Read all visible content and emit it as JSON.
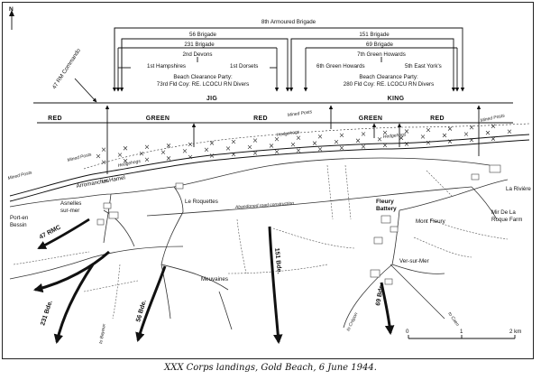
{
  "north": "N",
  "commando": "47 RM Commando",
  "command_lines": {
    "armoured": "8th Armoured Brigade",
    "b56": "56 Brigade",
    "b151": "151 Brigade",
    "b231": "231 Brigade",
    "b69": "69 Brigade",
    "devons": "2nd Devons",
    "hampshires": "1st Hampshires",
    "dorsets": "1st Dorsets",
    "green_howards_7": "7th Green Howards",
    "green_howards_6": "6th Green Howards",
    "east_yorks": "5th East York's",
    "bcp_label_left": "Beach Clearance Party:",
    "bcp_unit_left": "73rd Fld Coy: RE. LCOCU RN Divers",
    "bcp_label_right": "Beach Clearance Party:",
    "bcp_unit_right": "280 Fld Coy: RE. LCOCU RN Divers"
  },
  "sectors": {
    "jig": "JIG",
    "king": "KING"
  },
  "beaches": [
    "RED",
    "GREEN",
    "RED",
    "GREEN",
    "RED"
  ],
  "features": {
    "mined_posts_1": "Mined Posts",
    "mined_posts_2": "Mined Posts",
    "mined_posts_3": "Mined Posts",
    "mined_posts_4": "Mined Posts",
    "hedgehogs_1": "Hedgehogs",
    "hedgehogs_2": "Hedgehogs",
    "hedgehogs_3": "Hedgehogs",
    "abandoned_road": "Abandoned road construction"
  },
  "places": {
    "arromanches": "Arromanches",
    "le_hamel": "Le Hamel",
    "port_en_bessin_1": "Port-en",
    "port_en_bessin_2": "Bessin",
    "asnelles_1": "Asnelles",
    "asnelles_2": "sur-mer",
    "le_roquettes": "Le Roquettes",
    "meuvaines": "Meuvaines",
    "fleury_1": "Fleury",
    "fleury_2": "Battery",
    "mont_fleury": "Mont Fleury",
    "ver_sur_mer": "Ver-sur-Mer",
    "la_riviere": "La Rivière",
    "mir_1": "Mir De La",
    "mir_2": "Roque Farm"
  },
  "roads_to": {
    "bayeux": "to Bayeux",
    "crepon": "to Crépon",
    "caen": "to Caen"
  },
  "advances": {
    "rmc": "47 RMC",
    "b231": "231 Bde.",
    "b56": "56 Bde.",
    "b151": "151 Bde.",
    "b69": "69 Bde."
  },
  "scale": {
    "zero": "0",
    "one": "1",
    "two": "2 km"
  },
  "caption": "XXX Corps landings, Gold Beach, 6 June 1944.",
  "colors": {
    "ink": "#111111",
    "paper": "#ffffff",
    "road": "#333333"
  }
}
